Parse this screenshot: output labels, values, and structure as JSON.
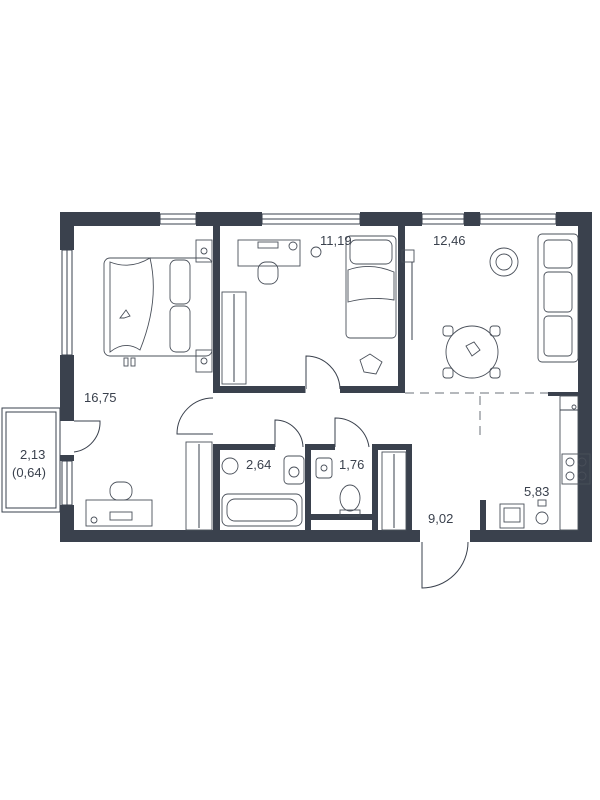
{
  "rooms": [
    {
      "id": "bedroom-large",
      "area": "16,75"
    },
    {
      "id": "bedroom-small",
      "area": "11,19"
    },
    {
      "id": "living-room",
      "area": "12,46"
    },
    {
      "id": "bathroom",
      "area": "2,64"
    },
    {
      "id": "toilet",
      "area": "1,76"
    },
    {
      "id": "kitchen",
      "area": "5,83"
    },
    {
      "id": "hallway",
      "area": "9,02"
    }
  ],
  "balcony": {
    "area": "2,13",
    "reduced_area": "(0,64)"
  },
  "colors": {
    "wall": "#3a414d",
    "line": "#4a505a",
    "background": "#ffffff"
  }
}
